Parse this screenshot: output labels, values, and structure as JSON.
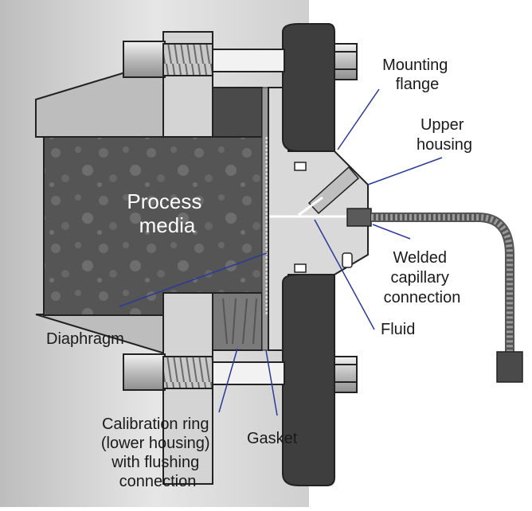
{
  "labels": {
    "process_media": [
      "Process",
      "media"
    ],
    "mounting_flange": [
      "Mounting",
      "flange"
    ],
    "upper_housing": [
      "Upper",
      "housing"
    ],
    "welded_capillary": [
      "Welded",
      "capillary",
      "connection"
    ],
    "fluid": "Fluid",
    "diaphragm": "Diaphragm",
    "gasket": "Gasket",
    "calibration_ring": [
      "Calibration ring",
      "(lower housing)",
      "with flushing",
      "connection"
    ]
  },
  "colors": {
    "leader_line": "#2a3a9a",
    "dark_metal": "#3e3e3e",
    "media_fill": "#555555",
    "light_metal": "#d9d9d9",
    "mid_metal": "#b8b8b8"
  }
}
